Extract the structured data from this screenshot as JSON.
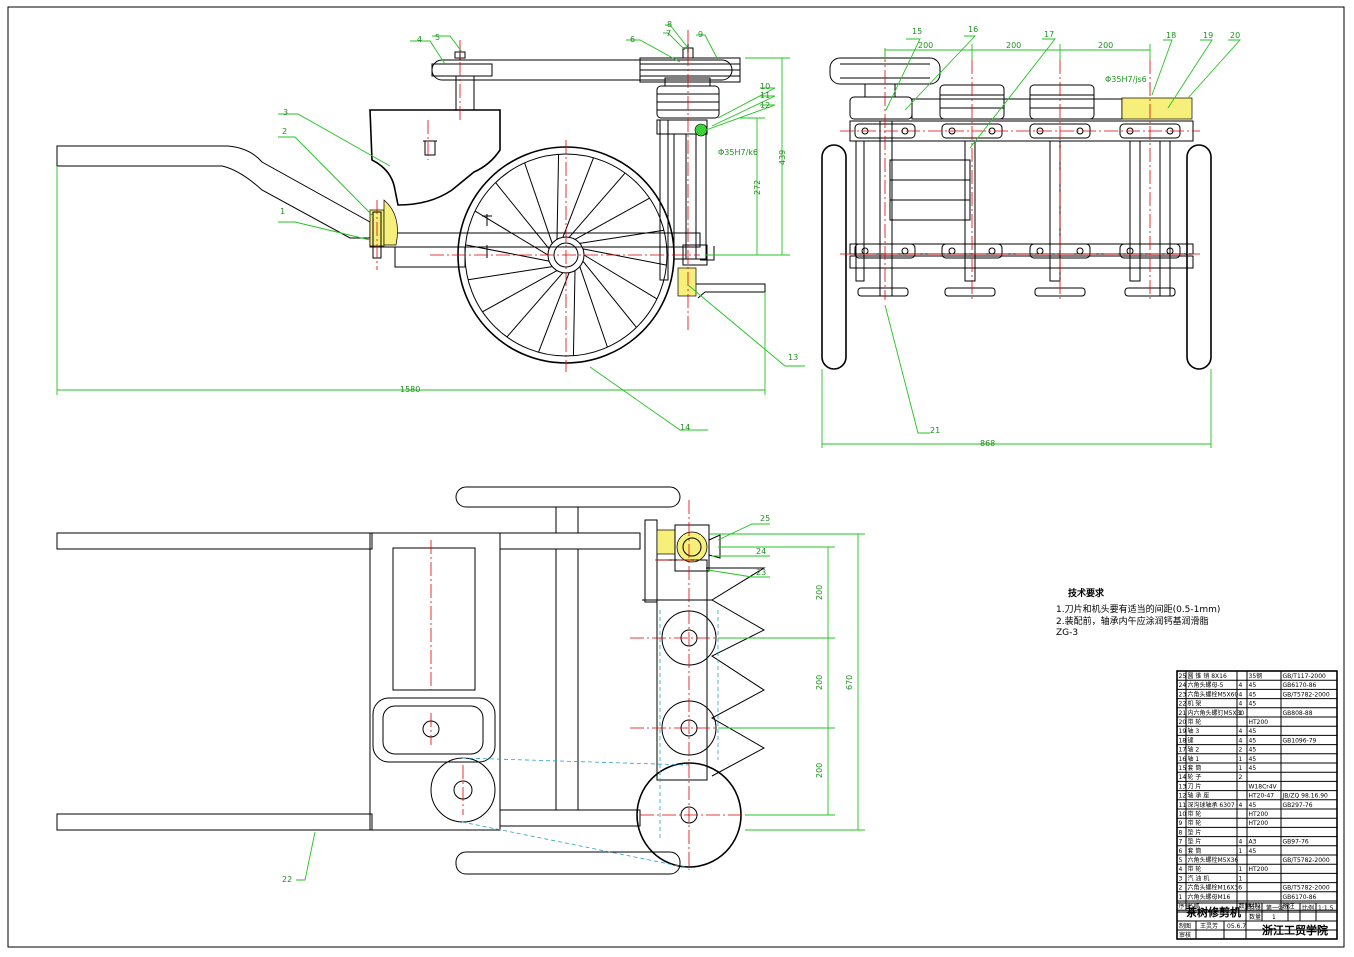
{
  "balloons": [
    {
      "id": "b1",
      "text": "1"
    },
    {
      "id": "b2",
      "text": "2"
    },
    {
      "id": "b3",
      "text": "3"
    },
    {
      "id": "b4",
      "text": "4"
    },
    {
      "id": "b5",
      "text": "5"
    },
    {
      "id": "b6",
      "text": "6"
    },
    {
      "id": "b7",
      "text": "7"
    },
    {
      "id": "b8",
      "text": "8"
    },
    {
      "id": "b9",
      "text": "9"
    },
    {
      "id": "b10",
      "text": "10"
    },
    {
      "id": "b11",
      "text": "11"
    },
    {
      "id": "b12",
      "text": "12"
    },
    {
      "id": "b13",
      "text": "13"
    },
    {
      "id": "b14",
      "text": "14"
    },
    {
      "id": "b15",
      "text": "15"
    },
    {
      "id": "b16",
      "text": "16"
    },
    {
      "id": "b17",
      "text": "17"
    },
    {
      "id": "b18",
      "text": "18"
    },
    {
      "id": "b19",
      "text": "19"
    },
    {
      "id": "b20",
      "text": "20"
    },
    {
      "id": "b21",
      "text": "21"
    },
    {
      "id": "b22",
      "text": "22"
    },
    {
      "id": "b23",
      "text": "23"
    },
    {
      "id": "b24",
      "text": "24"
    },
    {
      "id": "b25",
      "text": "25"
    }
  ],
  "dimensions": {
    "d1580": "1580",
    "d439": "439",
    "d272": "272",
    "d200a": "200",
    "d200b": "200",
    "d200c": "200",
    "d868": "868",
    "d200d": "200",
    "d200e": "200",
    "d200f": "200",
    "d670": "670"
  },
  "fits": {
    "f1": "Φ35H7/k6",
    "f2": "Φ35H7/js6"
  },
  "notes": {
    "title": "技术要求",
    "line1": "1.刀片和机头要有适当的间距(0.5-1mm)",
    "line2": "2.装配前，轴承内午应涂润钙基润滑脂",
    "line3": "ZG-3"
  },
  "bom": [
    {
      "no": "25",
      "name": "圆 锥 销 8X16",
      "qty": "",
      "mat": "35钢",
      "std": "GB/T117-2000"
    },
    {
      "no": "24",
      "name": "六角头螺母-5",
      "qty": "4",
      "mat": "45",
      "std": "GB6170-86"
    },
    {
      "no": "23",
      "name": "六角头螺栓M5X60",
      "qty": "4",
      "mat": "45",
      "std": "GB/T5782-2000"
    },
    {
      "no": "22",
      "name": "机 架",
      "qty": "4",
      "mat": "45",
      "std": ""
    },
    {
      "no": "21",
      "name": "内六角头螺钉M5X30",
      "qty": "1",
      "mat": "",
      "std": "GB808-88"
    },
    {
      "no": "20",
      "name": "带 轮",
      "qty": "",
      "mat": "HT200",
      "std": ""
    },
    {
      "no": "19",
      "name": "轴 3",
      "qty": "4",
      "mat": "45",
      "std": ""
    },
    {
      "no": "18",
      "name": "键",
      "qty": "4",
      "mat": "45",
      "std": "GB1096-79"
    },
    {
      "no": "17",
      "name": "轴 2",
      "qty": "2",
      "mat": "45",
      "std": ""
    },
    {
      "no": "16",
      "name": "轴 1",
      "qty": "1",
      "mat": "45",
      "std": ""
    },
    {
      "no": "15",
      "name": "套 筒",
      "qty": "1",
      "mat": "45",
      "std": ""
    },
    {
      "no": "14",
      "name": "轮 子",
      "qty": "2",
      "mat": "",
      "std": ""
    },
    {
      "no": "13",
      "name": "刀 片",
      "qty": "",
      "mat": "W18Cr4V",
      "std": ""
    },
    {
      "no": "12",
      "name": "轴 承 座",
      "qty": "",
      "mat": "HT20-47",
      "std": "JB/ZQ 98.16.90"
    },
    {
      "no": "11",
      "name": "深沟球轴承 6307",
      "qty": "4",
      "mat": "45",
      "std": "GB297-76"
    },
    {
      "no": "10",
      "name": "带 轮",
      "qty": "",
      "mat": "HT200",
      "std": ""
    },
    {
      "no": "9",
      "name": "带 轮",
      "qty": "",
      "mat": "HT200",
      "std": ""
    },
    {
      "no": "8",
      "name": "垫 片",
      "qty": "",
      "mat": "",
      "std": ""
    },
    {
      "no": "7",
      "name": "垫 片",
      "qty": "4",
      "mat": "A3",
      "std": "GB97-76"
    },
    {
      "no": "6",
      "name": "套 筒",
      "qty": "1",
      "mat": "45",
      "std": ""
    },
    {
      "no": "5",
      "name": "六角头螺栓M5X36",
      "qty": "",
      "mat": "",
      "std": "GB/T5782-2000"
    },
    {
      "no": "4",
      "name": "带 轮",
      "qty": "1",
      "mat": "HT200",
      "std": ""
    },
    {
      "no": "3",
      "name": "汽 油 机",
      "qty": "1",
      "mat": "",
      "std": ""
    },
    {
      "no": "2",
      "name": "六角头螺栓M16X36",
      "qty": "",
      "mat": "",
      "std": "GB/T5782-2000"
    },
    {
      "no": "1",
      "name": "六角头螺母M16",
      "qty": "",
      "mat": "",
      "std": "GB6170-86"
    }
  ],
  "bom_header": {
    "no": "序号",
    "name": "名称",
    "qty": "数量",
    "mat": "材料",
    "std": "备注"
  },
  "titleblock": {
    "drawing_name": "茶树修剪机",
    "school": "浙江工贸学院",
    "scale_label": "比例",
    "scale": "1:1.5",
    "sheet_label": "共张",
    "sheet": "第一张",
    "qty_label": "数量",
    "qty": "1",
    "drawn_label": "制图",
    "drawer": "王灵芳",
    "date": "05.6.7",
    "check_label": "审核"
  }
}
